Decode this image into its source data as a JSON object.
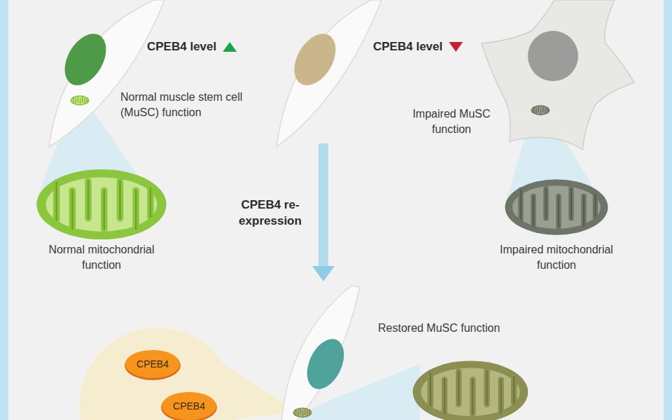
{
  "diagram": {
    "nodes": [
      {
        "text": [
          "Normal muscle stem cell (MuSC) function"
        ]
      },
      {
        "text": [
          "Normal mitochondrial function"
        ]
      },
      {
        "text": []
      },
      {
        "text": [
          "Impaired MuSC function"
        ]
      },
      {
        "text": [
          "Impaired mitochondrial function"
        ]
      },
      {
        "text": [
          "Restored MuSC function"
        ]
      },
      {
        "text": [
          "CPEB4"
        ]
      },
      {
        "text": [
          "CPEB4"
        ]
      }
    ],
    "edges": [
      {
        "from": 2,
        "to": 5,
        "label": "CPEB4 re-expression",
        "arrow": "to"
      }
    ],
    "labels": [
      "CPEB4 level",
      "CPEB4 level"
    ]
  }
}
